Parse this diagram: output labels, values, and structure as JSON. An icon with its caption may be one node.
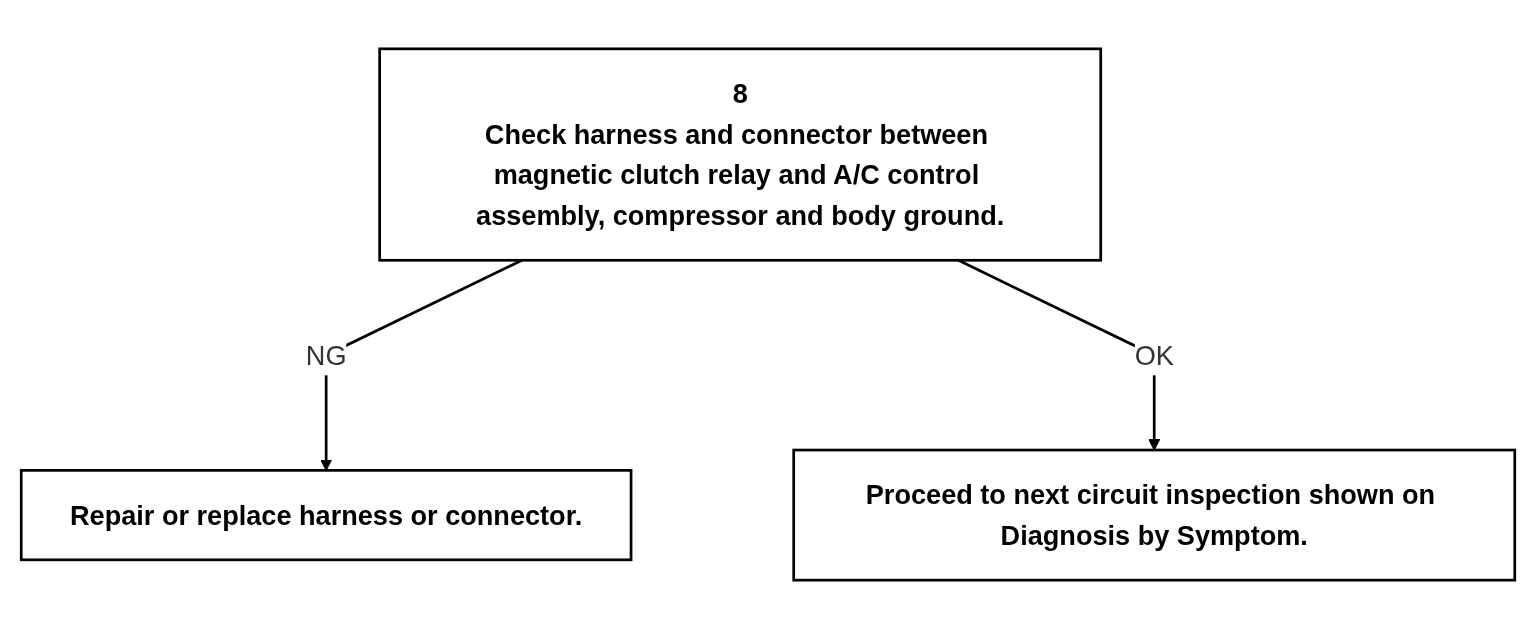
{
  "diagram": {
    "nodes": [
      {
        "text": [
          "8",
          "Check harness and connector between magnetic clutch relay and A/C control assembly, compressor and body ground."
        ]
      },
      {
        "text": [
          "Repair or replace harness or connector."
        ]
      },
      {
        "text": [
          "Proceed to next circuit inspection shown on Diagnosis by Symptom."
        ]
      }
    ],
    "edges": [
      {
        "from": 0,
        "to": 1,
        "arrow": "to",
        "label": "NG"
      },
      {
        "from": 0,
        "to": 2,
        "arrow": "to",
        "label": "OK"
      }
    ]
  }
}
